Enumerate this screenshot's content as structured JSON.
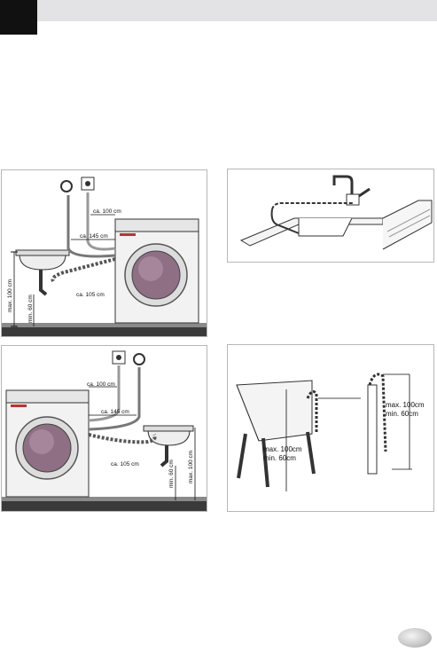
{
  "header": {
    "tab_color": "#111111",
    "bar_color": "#e3e3e5"
  },
  "panels": {
    "wall_sink_left": {
      "labels": {
        "a": "ca. 100 cm",
        "b": "ca. 145 cm",
        "c": "max. 100 cm",
        "d": "min. 60 cm",
        "e": "ca. 105 cm"
      }
    },
    "faucet_hook": {},
    "wall_sink_right": {
      "labels": {
        "a": "ca. 100 cm",
        "b": "ca. 145 cm",
        "c": "ca. 105 cm",
        "d": "min. 60 cm",
        "e": "max. 100 cm"
      }
    },
    "tub_standpipe": {
      "labels": {
        "a": "max. 100cm",
        "b": "min. 60cm",
        "c": "max. 100cm",
        "d": "min. 60cm"
      }
    }
  },
  "footer": {
    "page_marker_icon": "page-number-oval"
  }
}
